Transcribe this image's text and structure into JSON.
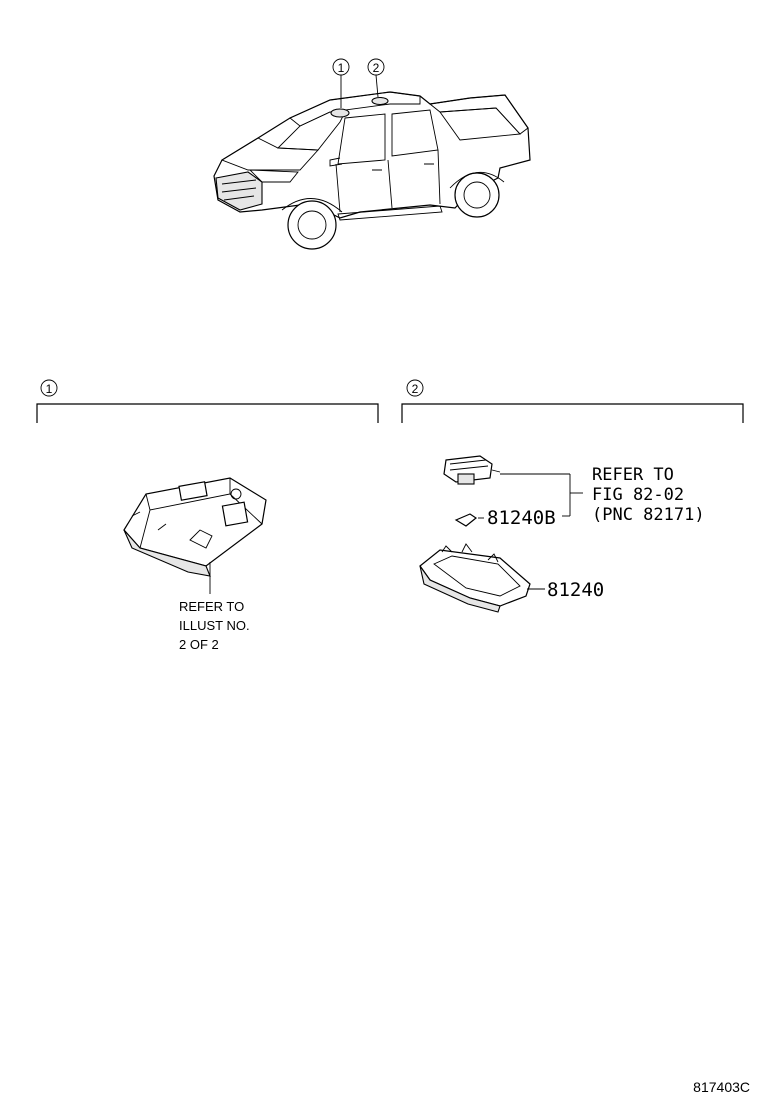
{
  "vehicle": {
    "callouts": [
      "1",
      "2"
    ]
  },
  "sections": [
    {
      "number": "1",
      "note_lines": [
        "REFER TO",
        "ILLUST NO.",
        "2 OF 2"
      ]
    },
    {
      "number": "2",
      "refer_lines": [
        "REFER TO",
        "FIG 82-02",
        "(PNC 82171)"
      ],
      "parts": [
        "81240B",
        "81240"
      ]
    }
  ],
  "figure_id": "817403C"
}
